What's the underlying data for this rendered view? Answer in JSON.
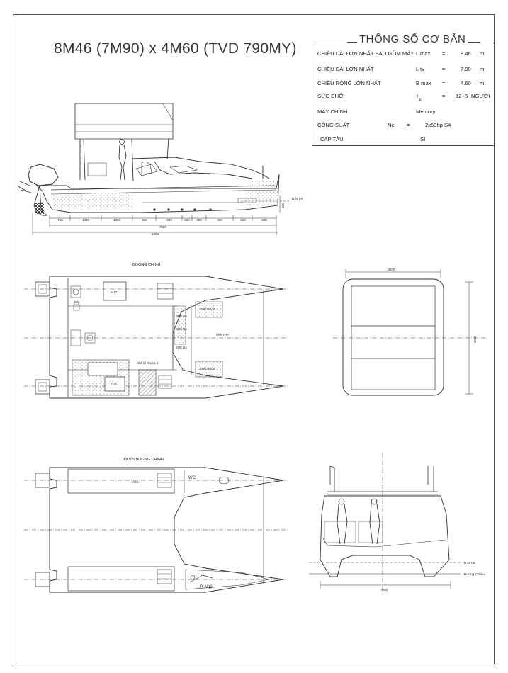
{
  "title": "8M46 (7M90) x 4M60 (TVD 790MY)",
  "specs": {
    "heading": "THÔNG SỐ CƠ BẢN",
    "rows": [
      {
        "label": "CHIỀU DÀI LỚN NHẤT BAO GỒM MÁY",
        "symbol": "L max",
        "eq": "=",
        "value": "8.46",
        "unit": "m"
      },
      {
        "label": "CHIỀU DÀI LỚN NHẤT",
        "symbol": "L tv",
        "eq": "=",
        "value": "7.90",
        "unit": "m"
      },
      {
        "label": "CHIỀU RỘNG LỚN NHẤT",
        "symbol": "B max",
        "eq": "=",
        "value": "4.60",
        "unit": "m"
      },
      {
        "label": "SỨC CHỞ:",
        "symbol": "t",
        "sub": "k",
        "eq": "=",
        "value": "12+3",
        "unit": "NGƯỜI"
      },
      {
        "label": "MÁY CHÍNH",
        "value": "Mercury"
      },
      {
        "label": "CÔNG SUẤT",
        "symbol": "Ne",
        "eq": "=",
        "value": "2x60hp S4"
      },
      {
        "label": "CẤP TÀU",
        "value": "SI"
      }
    ]
  },
  "profile": {
    "dims": [
      "710",
      "1050",
      "1050",
      "810",
      "880",
      "320",
      "480",
      "900",
      "650",
      "450"
    ],
    "overall_hull": "7900",
    "overall_total": "8458",
    "draft": "400",
    "waterline_label": "D.N.T.K"
  },
  "main_deck": {
    "caption": "BOONG CHÍNH",
    "labels": {
      "khoang": "KHO",
      "bep": "Bếp",
      "ghe_ngoi": "GHẾ NGỒI",
      "ghe_da": "GHẾ ĐÁ",
      "ghe_da_2": "GHẾ ĐÁ",
      "san_frp": "SÀN FRP",
      "ghe_ngoi_2": "GHẾ NGỒI",
      "ghe_ca": "GHẾ ĐÁ",
      "note": "Ghế lái cho lái ở",
      "kho": "KHO"
    }
  },
  "top_view": {
    "width_dim": "2470",
    "height_dim": "4000"
  },
  "lower_deck": {
    "caption": "DƯỚI BOONG CHÍNH",
    "labels": {
      "kho": "KHO",
      "wc": "WC",
      "p_ngu": "P. Ngủ"
    }
  },
  "section": {
    "dnt_k": "D.N.T.K",
    "baseline": "Đường Chuẩn",
    "beam": "4600"
  },
  "colors": {
    "ink": "#333333",
    "paper": "#ffffff",
    "hatch": "#666666"
  }
}
